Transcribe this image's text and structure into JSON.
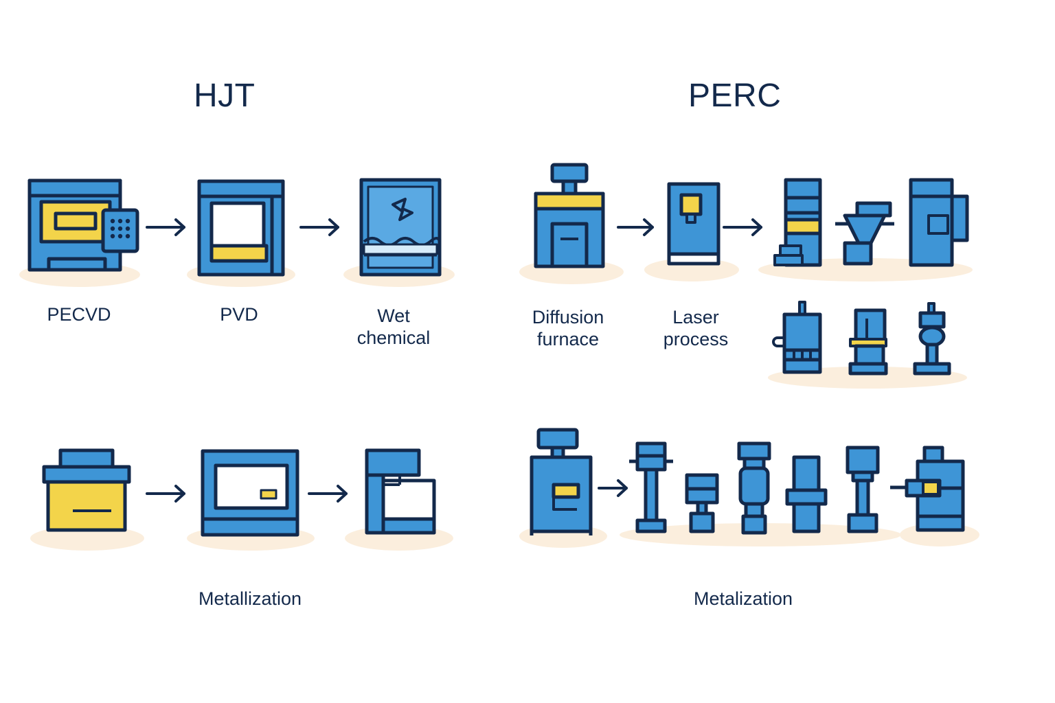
{
  "colors": {
    "outline": "#13294b",
    "fill_blue": "#3e95d6",
    "accent_yellow": "#f3d44a",
    "shadow": "#fbeedd"
  },
  "hjt": {
    "title": "HJT",
    "labels": {
      "pecvd": "PECVD",
      "pvd": "PVD",
      "wet": "Wet\nchemical",
      "metallization": "Metallization"
    }
  },
  "perc": {
    "title": "PERC",
    "labels": {
      "diffusion": "Diffusion\nfurnace",
      "laser": "Laser\nprocess",
      "metallization": "Metalization"
    }
  },
  "icons": {
    "arrow": "right-arrow-icon",
    "pecvd": "pecvd-machine-icon",
    "pvd": "pvd-chamber-icon",
    "wet": "wet-chemical-tank-icon",
    "diffusion": "diffusion-furnace-icon",
    "laser": "laser-machine-icon"
  }
}
